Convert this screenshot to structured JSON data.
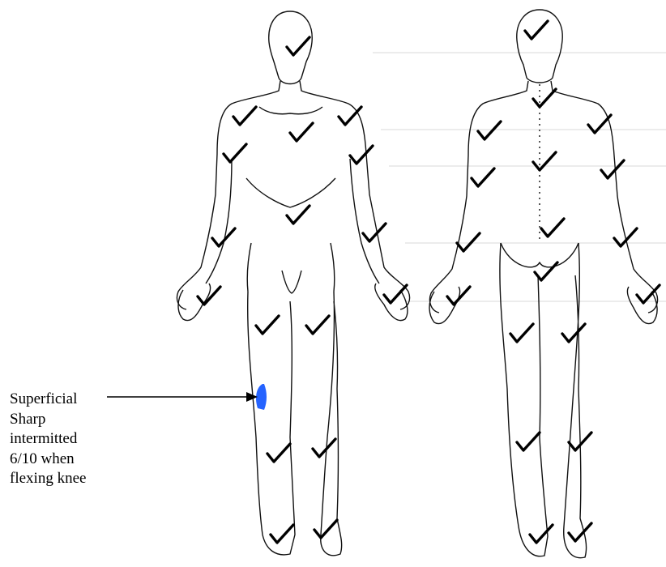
{
  "annotation": {
    "lines": [
      "Superficial",
      "Sharp",
      "intermitted",
      "6/10 when",
      "flexing knee"
    ]
  },
  "colors": {
    "outline": "#111111",
    "checkmark": "#000000",
    "pain_marker": "#2563ff"
  },
  "marks": {
    "checkmark_symbol": "check-mark",
    "pain_marker_symbol": "blue-shaded-region"
  }
}
